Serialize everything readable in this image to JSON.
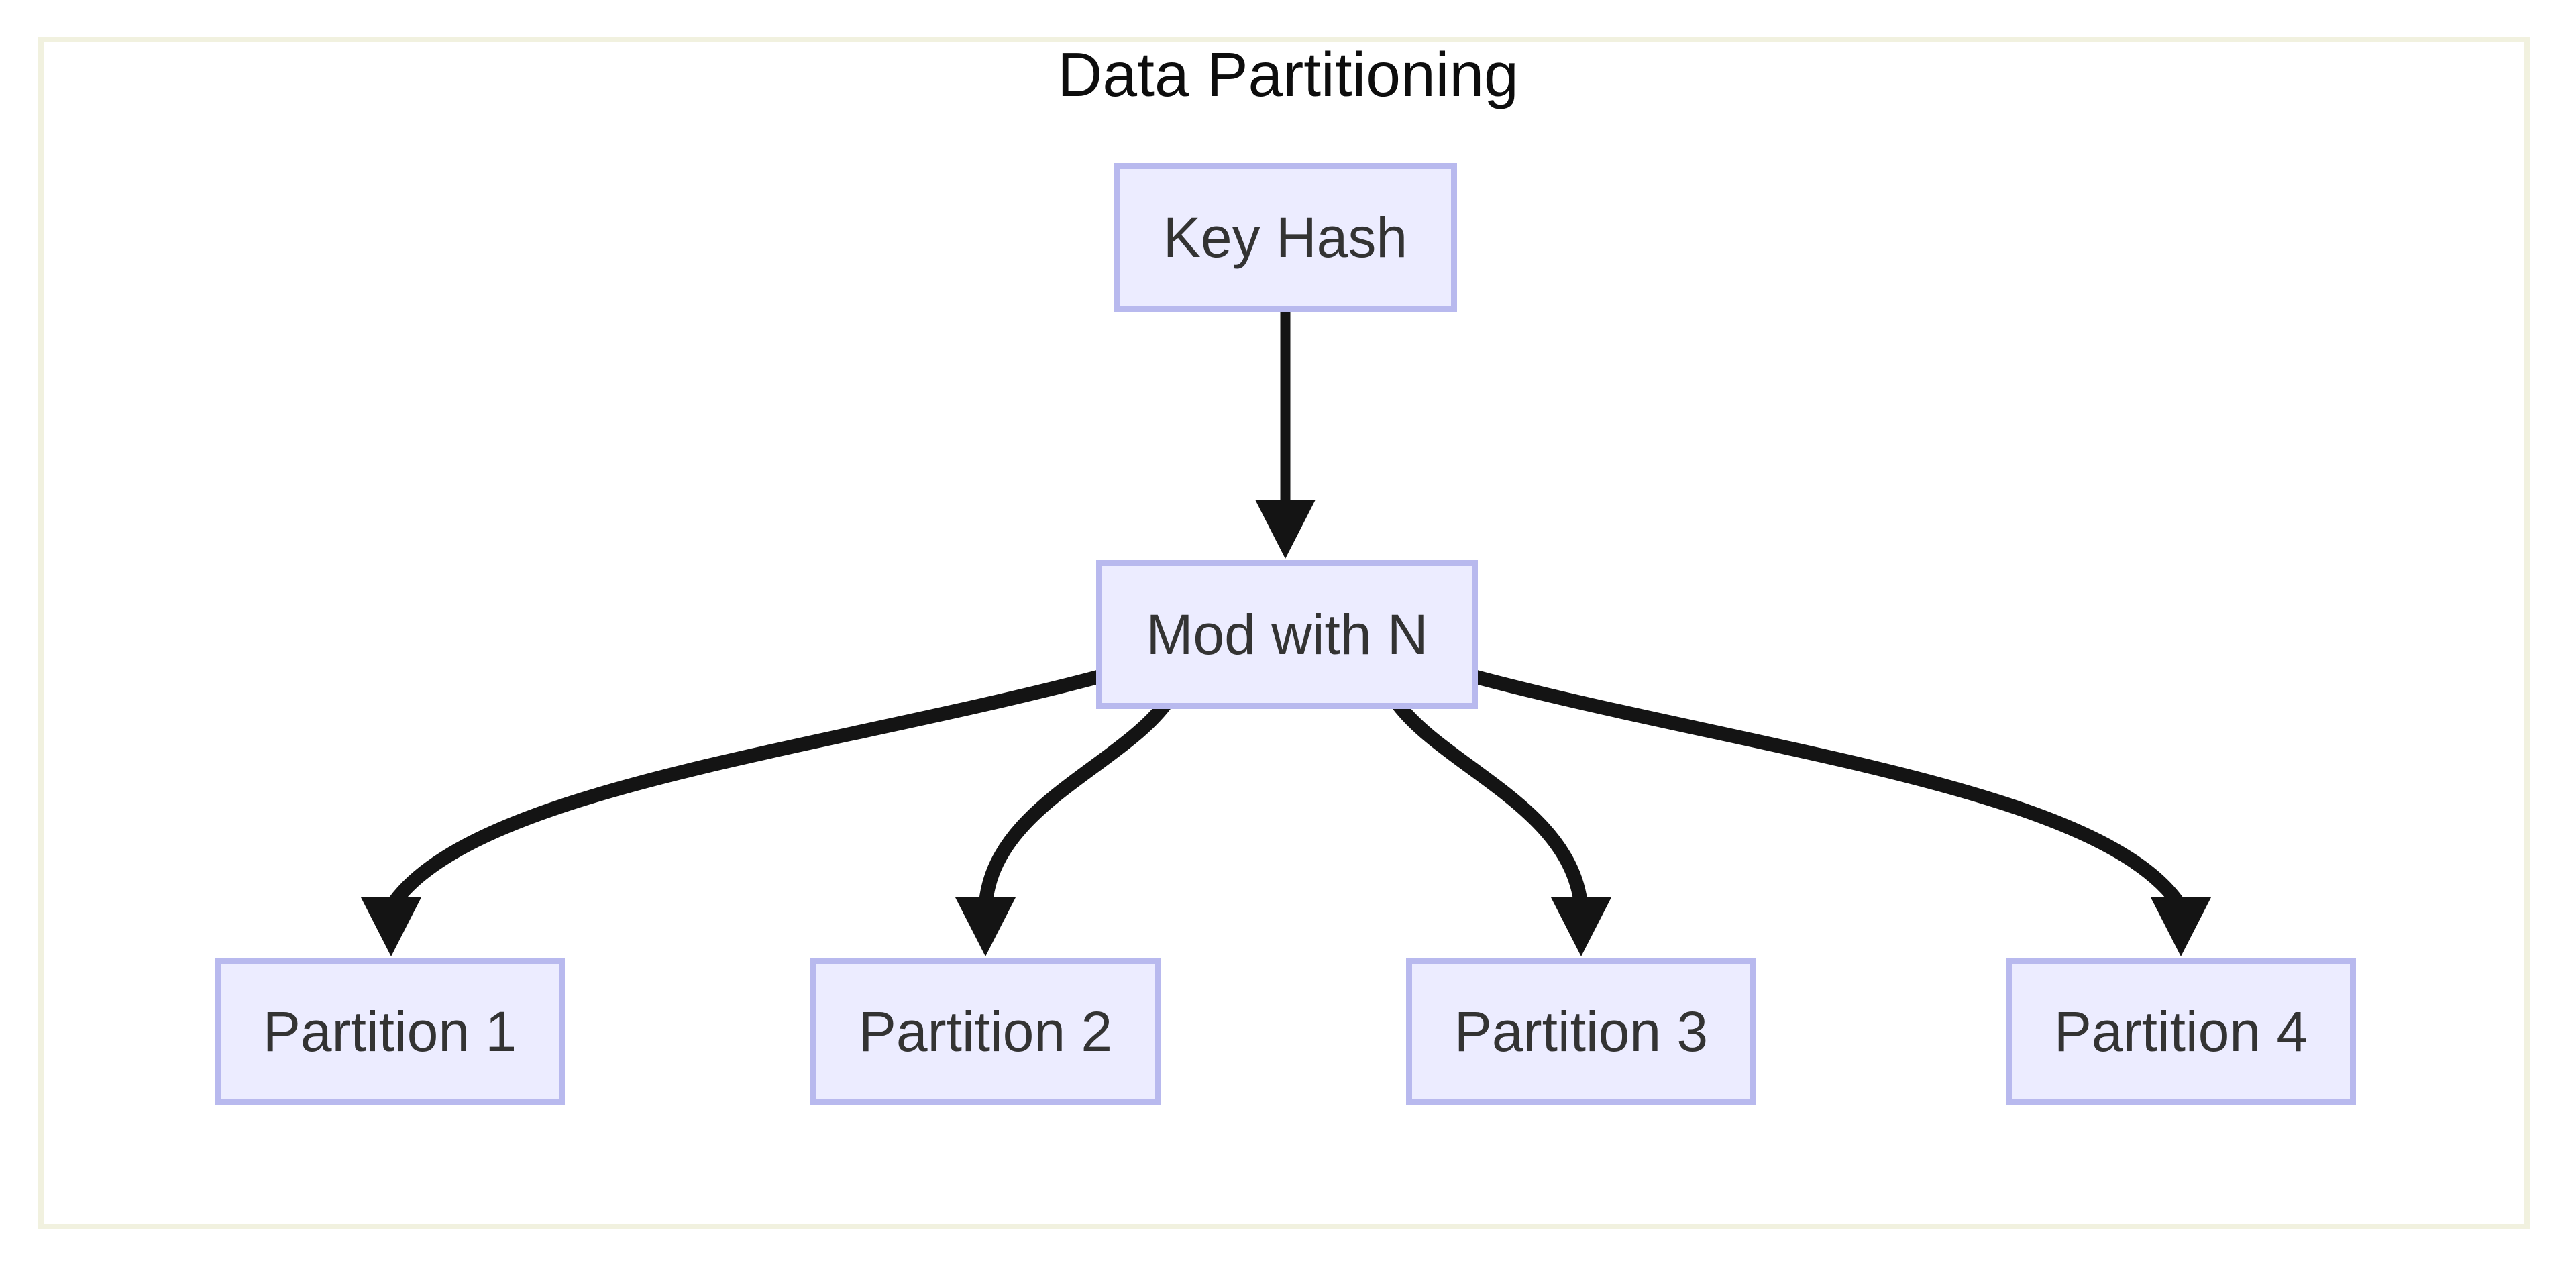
{
  "diagram": {
    "type": "flowchart-top-down",
    "title": "Data Partitioning",
    "nodes": {
      "key_hash": {
        "label": "Key Hash"
      },
      "mod_with_n": {
        "label": "Mod with N"
      },
      "partition_1": {
        "label": "Partition 1"
      },
      "partition_2": {
        "label": "Partition 2"
      },
      "partition_3": {
        "label": "Partition 3"
      },
      "partition_4": {
        "label": "Partition 4"
      }
    },
    "edges": [
      {
        "from": "Key Hash",
        "to": "Mod with N",
        "style": "arrow"
      },
      {
        "from": "Mod with N",
        "to": "Partition 1",
        "style": "arrow"
      },
      {
        "from": "Mod with N",
        "to": "Partition 2",
        "style": "arrow"
      },
      {
        "from": "Mod with N",
        "to": "Partition 3",
        "style": "arrow"
      },
      {
        "from": "Mod with N",
        "to": "Partition 4",
        "style": "arrow"
      }
    ],
    "colors": {
      "background": "#ffffff",
      "frame-border": "#f1f1df",
      "node-fill": "#ececff",
      "node-border": "#b8b9ee",
      "node-text": "#333333",
      "edge-color": "#141414",
      "title-color": "#0d0d0d"
    }
  }
}
